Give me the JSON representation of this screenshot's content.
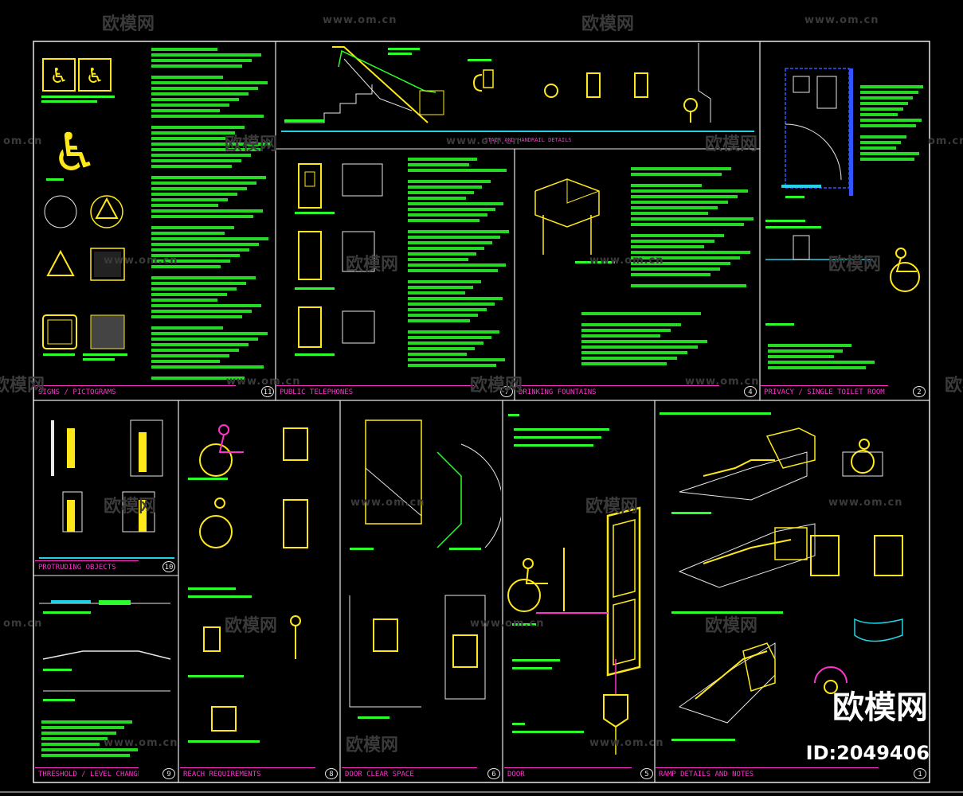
{
  "watermark": {
    "brand": "欧模网",
    "url": "www.om.cn",
    "url_short": "om.cn"
  },
  "corner_stamp": {
    "brand": "欧模网",
    "id_text": "ID:2049406"
  },
  "panels": [
    {
      "key": "p11",
      "title": "SIGNS / PICTOGRAMS",
      "number": "11"
    },
    {
      "key": "p7",
      "title": "PUBLIC TELEPHONES",
      "number": "7"
    },
    {
      "key": "p4",
      "title": "DRINKING FOUNTAINS",
      "number": "4"
    },
    {
      "key": "p2",
      "title": "PRIVACY / SINGLE TOILET ROOM",
      "number": "2"
    },
    {
      "key": "p10",
      "title": "PROTRUDING OBJECTS",
      "number": "10"
    },
    {
      "key": "p9",
      "title": "THRESHOLD / LEVEL CHANGES",
      "number": "9"
    },
    {
      "key": "p8",
      "title": "REACH REQUIREMENTS",
      "number": "8"
    },
    {
      "key": "p6",
      "title": "DOOR CLEAR SPACE",
      "number": "6"
    },
    {
      "key": "p5",
      "title": "DOOR",
      "number": "5"
    },
    {
      "key": "p1",
      "title": "RAMP DETAILS AND NOTES",
      "number": "1"
    }
  ],
  "banner": {
    "title": "STAIR AND HANDRAIL DETAILS"
  },
  "colors": {
    "frame": "#e8e8e8",
    "text_green": "#2bff2b",
    "detail_yellow": "#ffe81a",
    "title_magenta": "#ff33cc",
    "accent_cyan": "#22d3e6",
    "accent_blue": "#3355ff"
  }
}
